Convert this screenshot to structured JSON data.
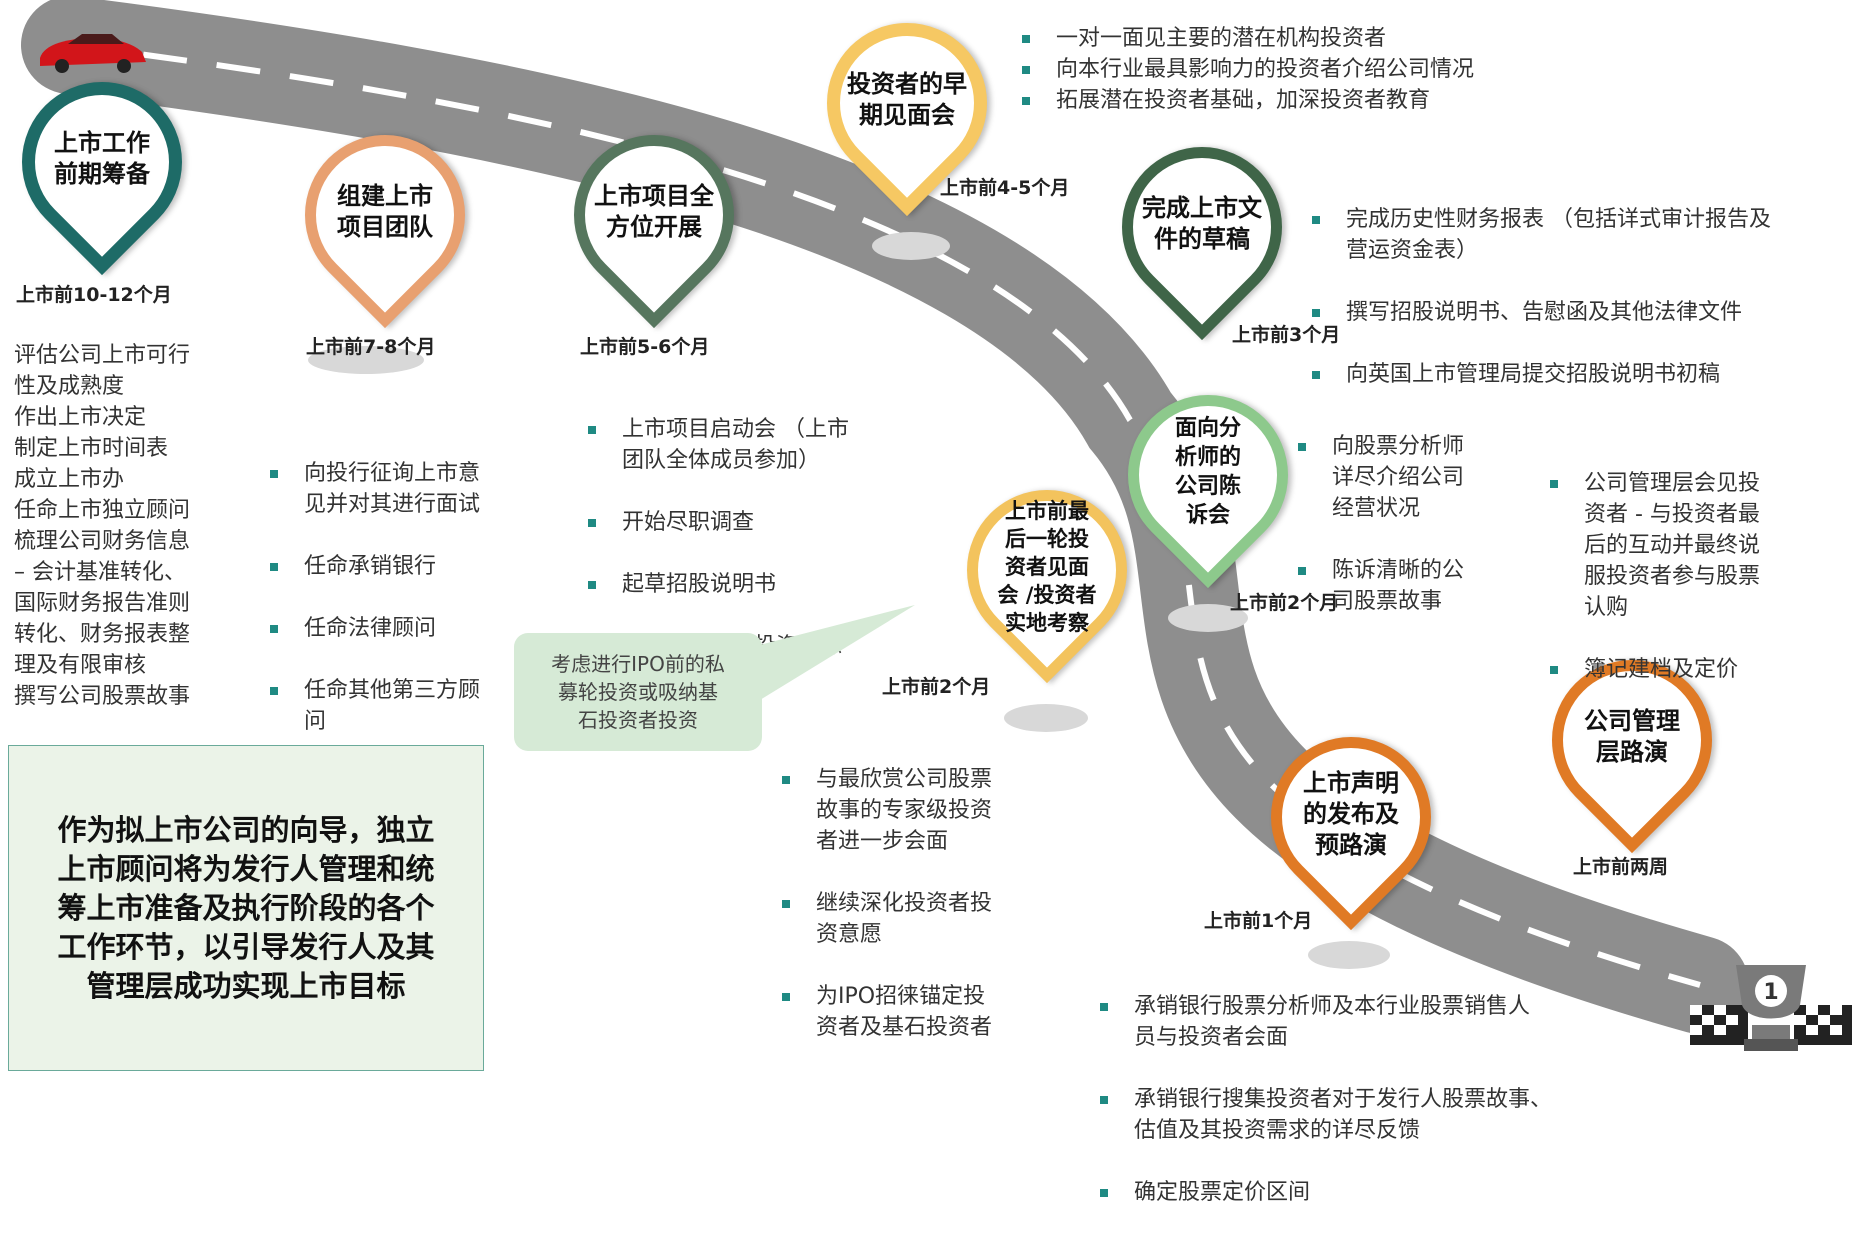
{
  "milestones": [
    {
      "label": "上市工作\n前期筹备",
      "time": "上市前10-12个月",
      "color": "#1e6b67"
    },
    {
      "label": "组建上市\n项目团队",
      "time": "上市前7-8个月",
      "color": "#e8a070"
    },
    {
      "label": "上市项目全\n方位开展",
      "time": "上市前5-6个月",
      "color": "#56765e"
    },
    {
      "label": "投资者的早\n期见面会",
      "time": "上市前4-5个月",
      "color": "#f6c863"
    },
    {
      "label": "完成上市文\n件的草稿",
      "time": "上市前3个月",
      "color": "#3f6548"
    },
    {
      "label": "面向分\n析师的\n公司陈\n诉会",
      "time": "上市前2个月",
      "color": "#8dc98c"
    },
    {
      "label": "上市前最\n后一轮投\n资者见面\n会 /投资者\n实地考察",
      "time": "上市前2个月",
      "color": "#f3c35d"
    },
    {
      "label": "上市声明\n的发布及\n预路演",
      "time": "上市前1个月",
      "color": "#e07a25"
    },
    {
      "label": "公司管理\n层路演",
      "time": "上市前两周",
      "color": "#e07a25"
    }
  ],
  "details": {
    "m1": [
      "评估公司上市可行",
      "性及成熟度",
      "作出上市决定",
      "制定上市时间表",
      "成立上市办",
      "任命上市独立顾问",
      "梳理公司财务信息",
      "–  会计基准转化、",
      "国际财务报告准则",
      "转化、财务报表整",
      "理及有限审核",
      "撰写公司股票故事"
    ],
    "m2": [
      "向投行征询上市意\n见并对其进行面试",
      "任命承销银行",
      "任命法律顾问",
      "任命其他第三方顾\n问"
    ],
    "m3": [
      "上市项目启动会 （上市\n团队全体成员参加）",
      "开始尽职调查",
      "起草招股说明书",
      "撰写公司面向投资者陈\n述报告"
    ],
    "m4": [
      "一对一面见主要的潜在机构投资者",
      "向本行业最具影响力的投资者介绍公司情况",
      "拓展潜在投资者基础，加深投资者教育"
    ],
    "m5": [
      "完成历史性财务报表 （包括详式审计报告及\n营运资金表）",
      "撰写招股说明书、告慰函及其他法律文件",
      "向英国上市管理局提交招股说明书初稿"
    ],
    "m6": [
      "向股票分析师\n详尽介绍公司\n经营状况",
      "陈诉清晰的公\n司股票故事"
    ],
    "m7": [
      "与最欣赏公司股票\n故事的专家级投资\n者进一步会面",
      "继续深化投资者投\n资意愿",
      "为IPO招徕锚定投\n资者及基石投资者"
    ],
    "m8": [
      "承销银行股票分析师及本行业股票销售人\n员与投资者会面",
      "承销银行搜集投资者对于发行人股票故事、\n估值及其投资需求的详尽反馈",
      "确定股票定价区间"
    ],
    "m9": [
      "公司管理层会见投\n资者 - 与投资者最\n后的互动并最终说\n服投资者参与股票\n认购",
      "簿记建档及定价"
    ]
  },
  "note": "考虑进行IPO前的私\n募轮投资或吸纳基\n石投资者投资",
  "summary": "作为拟上市公司的向导，独立\n上市顾问将为发行人管理和统\n筹上市准备及执行阶段的各个\n工作环节，以引导发行人及其\n管理层成功实现上市目标",
  "icons": {
    "start": "red-car-icon",
    "finish": "trophy-checkered-flags-icon"
  },
  "colors": {
    "road": "#8e8e8e",
    "bullet": "#1f8a83",
    "note_bg": "#d6ead6",
    "summary_bg": "#ebf3e8"
  }
}
